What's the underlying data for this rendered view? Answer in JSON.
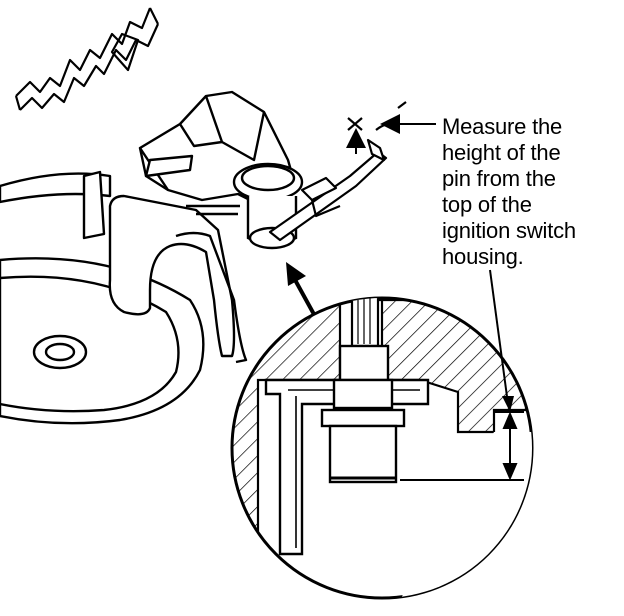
{
  "caption": {
    "lines": [
      "Measure the",
      "height of the",
      "pin from the",
      "top of the",
      "ignition switch",
      "housing."
    ]
  },
  "colors": {
    "ink": "#000000",
    "background": "#ffffff"
  }
}
